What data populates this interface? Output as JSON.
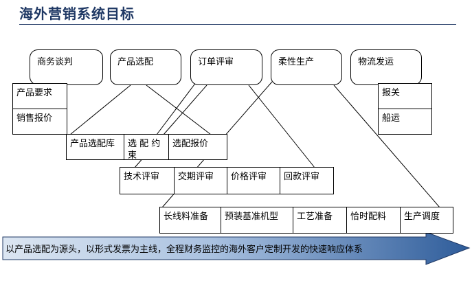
{
  "title": "海外营销系统目标",
  "stages": [
    "商务谈判",
    "产品选配",
    "订单评审",
    "柔性生产",
    "物流发运"
  ],
  "left_boxes": [
    "产品要求",
    "销售报价"
  ],
  "right_boxes": [
    "报关",
    "船运"
  ],
  "row2": [
    "产品选配库",
    "选 配 约束",
    "选配报价"
  ],
  "row3": [
    "技术评审",
    "交期评审",
    "价格评审",
    "回款评审"
  ],
  "row4": [
    "长线料准备",
    "预装基准机型",
    "工艺准备",
    "恰时配料",
    "生产调度"
  ],
  "banner": "以产品选配为源头，以形式发票为主线，全程财务监控的海外客户定制开发的快速响应体系",
  "colors": {
    "title": "#1F3864",
    "arrow_left": "#DCE6F2",
    "arrow_right": "#2E5C9A",
    "arrow_border": "#1F3864"
  }
}
